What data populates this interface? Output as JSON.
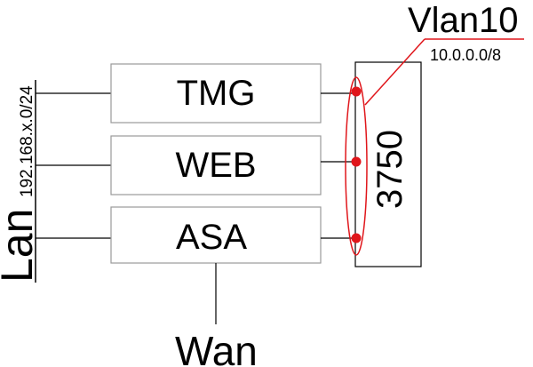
{
  "diagram": {
    "devices": [
      {
        "id": "tmg",
        "label": "TMG"
      },
      {
        "id": "web",
        "label": "WEB"
      },
      {
        "id": "asa",
        "label": "ASA"
      }
    ],
    "switch": {
      "label": "3750"
    },
    "lan": {
      "label": "Lan",
      "subnet": "192.168.x.0/24"
    },
    "wan": {
      "label": "Wan"
    },
    "vlan": {
      "label": "Vlan10",
      "subnet": "10.0.0.0/8"
    },
    "colors": {
      "line": "#000000",
      "box_border": "#9a9a9a",
      "accent": "#e0161b"
    }
  }
}
